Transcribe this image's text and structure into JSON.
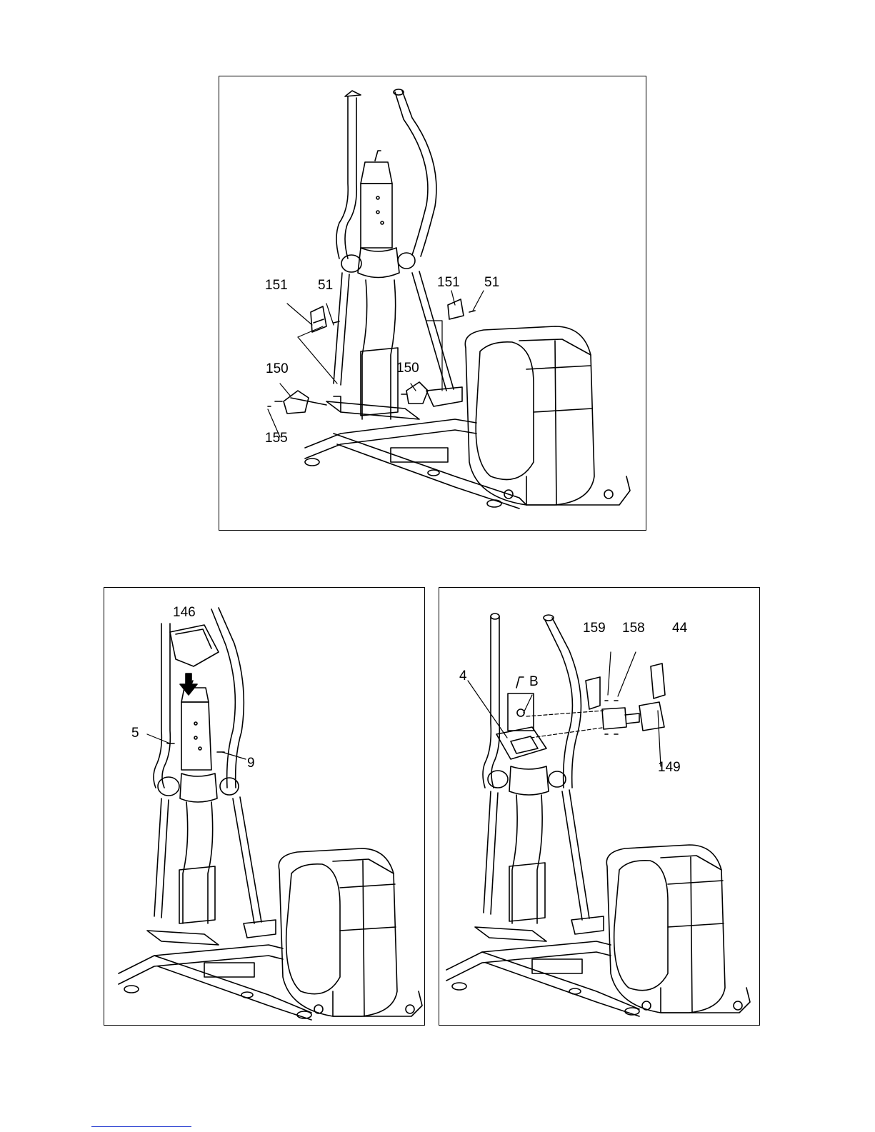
{
  "figure_top": {
    "callouts": {
      "c151_left": "151",
      "c51_left": "51",
      "c151_right": "151",
      "c51_right": "51",
      "c150_left": "150",
      "c150_right": "150",
      "c155": "155"
    }
  },
  "figure_bottom_left": {
    "callouts": {
      "c146": "146",
      "c5": "5",
      "c9": "9"
    }
  },
  "figure_bottom_right": {
    "callouts": {
      "c159": "159",
      "c158": "158",
      "c44": "44",
      "c4": "4",
      "cB": "B",
      "c149": "149"
    }
  },
  "colors": {
    "line": "#000000",
    "footer_link": "#2a3fd1"
  }
}
